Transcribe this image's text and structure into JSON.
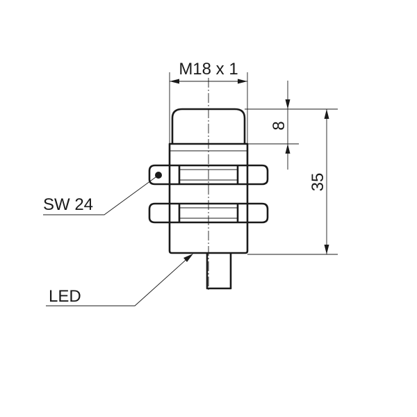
{
  "labels": {
    "thread": "M18 x 1",
    "cap_length": "8",
    "total_length": "35",
    "wrench_size": "SW 24",
    "led": "LED"
  }
}
